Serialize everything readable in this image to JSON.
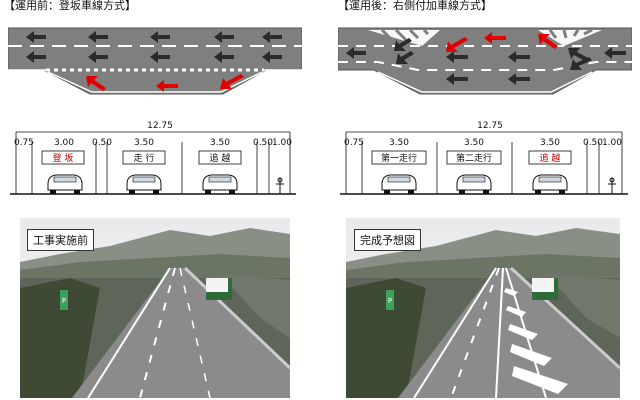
{
  "before": {
    "header": "【運用前：登坂車線方式】",
    "total_width": "12.75",
    "dims": [
      "0.75",
      "3.00",
      "0.50",
      "3.50",
      "3.50",
      "0.50",
      "1.00"
    ],
    "lanes": [
      {
        "label": "登 坂",
        "color": "#c00000"
      },
      {
        "label": "走 行",
        "color": "#111111"
      },
      {
        "label": "追 越",
        "color": "#111111"
      }
    ],
    "photo_caption": "工事実施前"
  },
  "after": {
    "header": "【運用後：右側付加車線方式】",
    "total_width": "12.75",
    "dims": [
      "0.75",
      "3.50",
      "3.50",
      "3.50",
      "0.50",
      "1.00"
    ],
    "lanes": [
      {
        "label": "第一走行",
        "color": "#111111"
      },
      {
        "label": "第二走行",
        "color": "#111111"
      },
      {
        "label": "追 越",
        "color": "#c00000"
      }
    ],
    "photo_caption": "完成予想図"
  },
  "colors": {
    "road": "#808080",
    "arrow_dark": "#2b2b2b",
    "arrow_red": "#e00000",
    "lane_line": "#ffffff",
    "hatch": "#ffffff"
  }
}
